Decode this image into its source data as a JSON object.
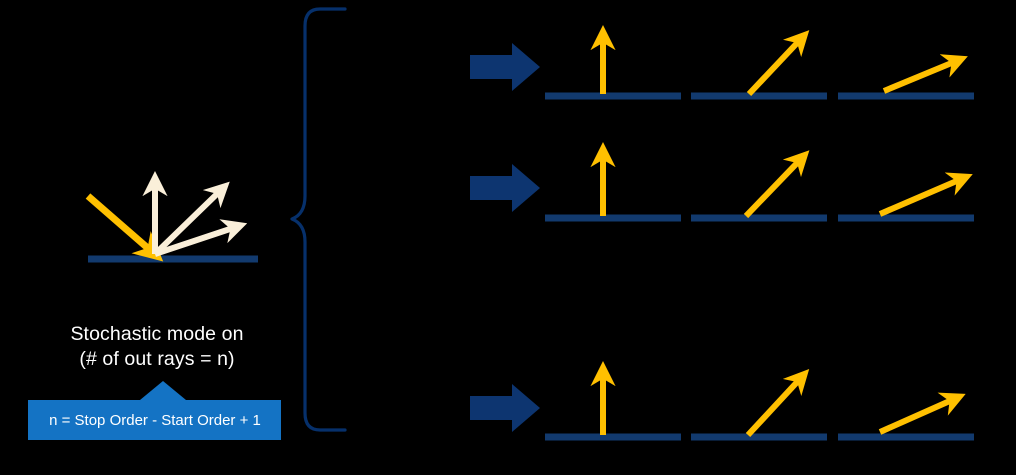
{
  "diagram": {
    "title": "Stochastic scattering ray diagram",
    "colors": {
      "background": "#000000",
      "gold": "#FFC000",
      "cream": "#FAEFD9",
      "navy": "#0D3570",
      "surface_line": "#123A6E",
      "callout_blue": "#1473C4",
      "brace": "#06306B",
      "text": "#FFFFFF"
    },
    "left_panel": {
      "incoming_ray": {
        "name": "incoming-ray",
        "color": "#FFC000",
        "angle_deg": -45
      },
      "outgoing_rays": [
        {
          "name": "out-ray-1",
          "color": "#FAEFD9",
          "angle_deg": 90
        },
        {
          "name": "out-ray-2",
          "color": "#FAEFD9",
          "angle_deg": 55
        },
        {
          "name": "out-ray-3",
          "color": "#FAEFD9",
          "angle_deg": 25
        }
      ],
      "surface": {
        "name": "surface-line",
        "color": "#123A6E"
      },
      "caption_line1": "Stochastic mode on",
      "caption_line2": "(# of out rays = n)",
      "callout_label": "n = Stop Order - Start Order + 1"
    },
    "brace": {
      "name": "grouping-brace",
      "orientation": "right-opening",
      "color": "#06306B"
    },
    "right_panel": {
      "rows": [
        {
          "name": "ray-row-1",
          "block_arrow": "block-arrow-right",
          "cells": [
            {
              "name": "cell-1-1",
              "ray_angle_deg": 90,
              "color": "#FFC000"
            },
            {
              "name": "cell-1-2",
              "ray_angle_deg": 55,
              "color": "#FFC000"
            },
            {
              "name": "cell-1-3",
              "ray_angle_deg": 22,
              "color": "#FFC000"
            }
          ]
        },
        {
          "name": "ray-row-2",
          "block_arrow": "block-arrow-right",
          "cells": [
            {
              "name": "cell-2-1",
              "ray_angle_deg": 90,
              "color": "#FFC000"
            },
            {
              "name": "cell-2-2",
              "ray_angle_deg": 56,
              "color": "#FFC000"
            },
            {
              "name": "cell-2-3",
              "ray_angle_deg": 27,
              "color": "#FFC000"
            }
          ]
        },
        {
          "name": "ray-row-3",
          "block_arrow": "block-arrow-right",
          "cells": [
            {
              "name": "cell-3-1",
              "ray_angle_deg": 90,
              "color": "#FFC000"
            },
            {
              "name": "cell-3-2",
              "ray_angle_deg": 56,
              "color": "#FFC000"
            },
            {
              "name": "cell-3-3",
              "ray_angle_deg": 24,
              "color": "#FFC000"
            }
          ]
        }
      ]
    }
  }
}
